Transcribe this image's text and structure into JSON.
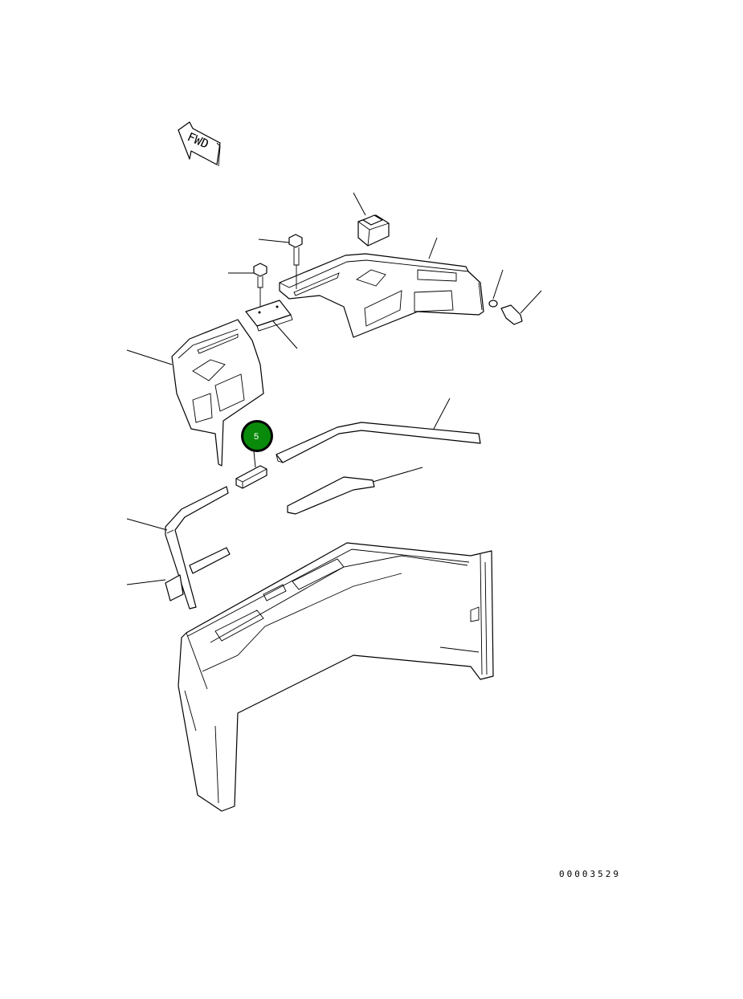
{
  "direction_label": "FWD",
  "drawing_number": "00003529",
  "callout": {
    "number": "5",
    "fill": "#0a8a0a",
    "ring": "#000000"
  }
}
